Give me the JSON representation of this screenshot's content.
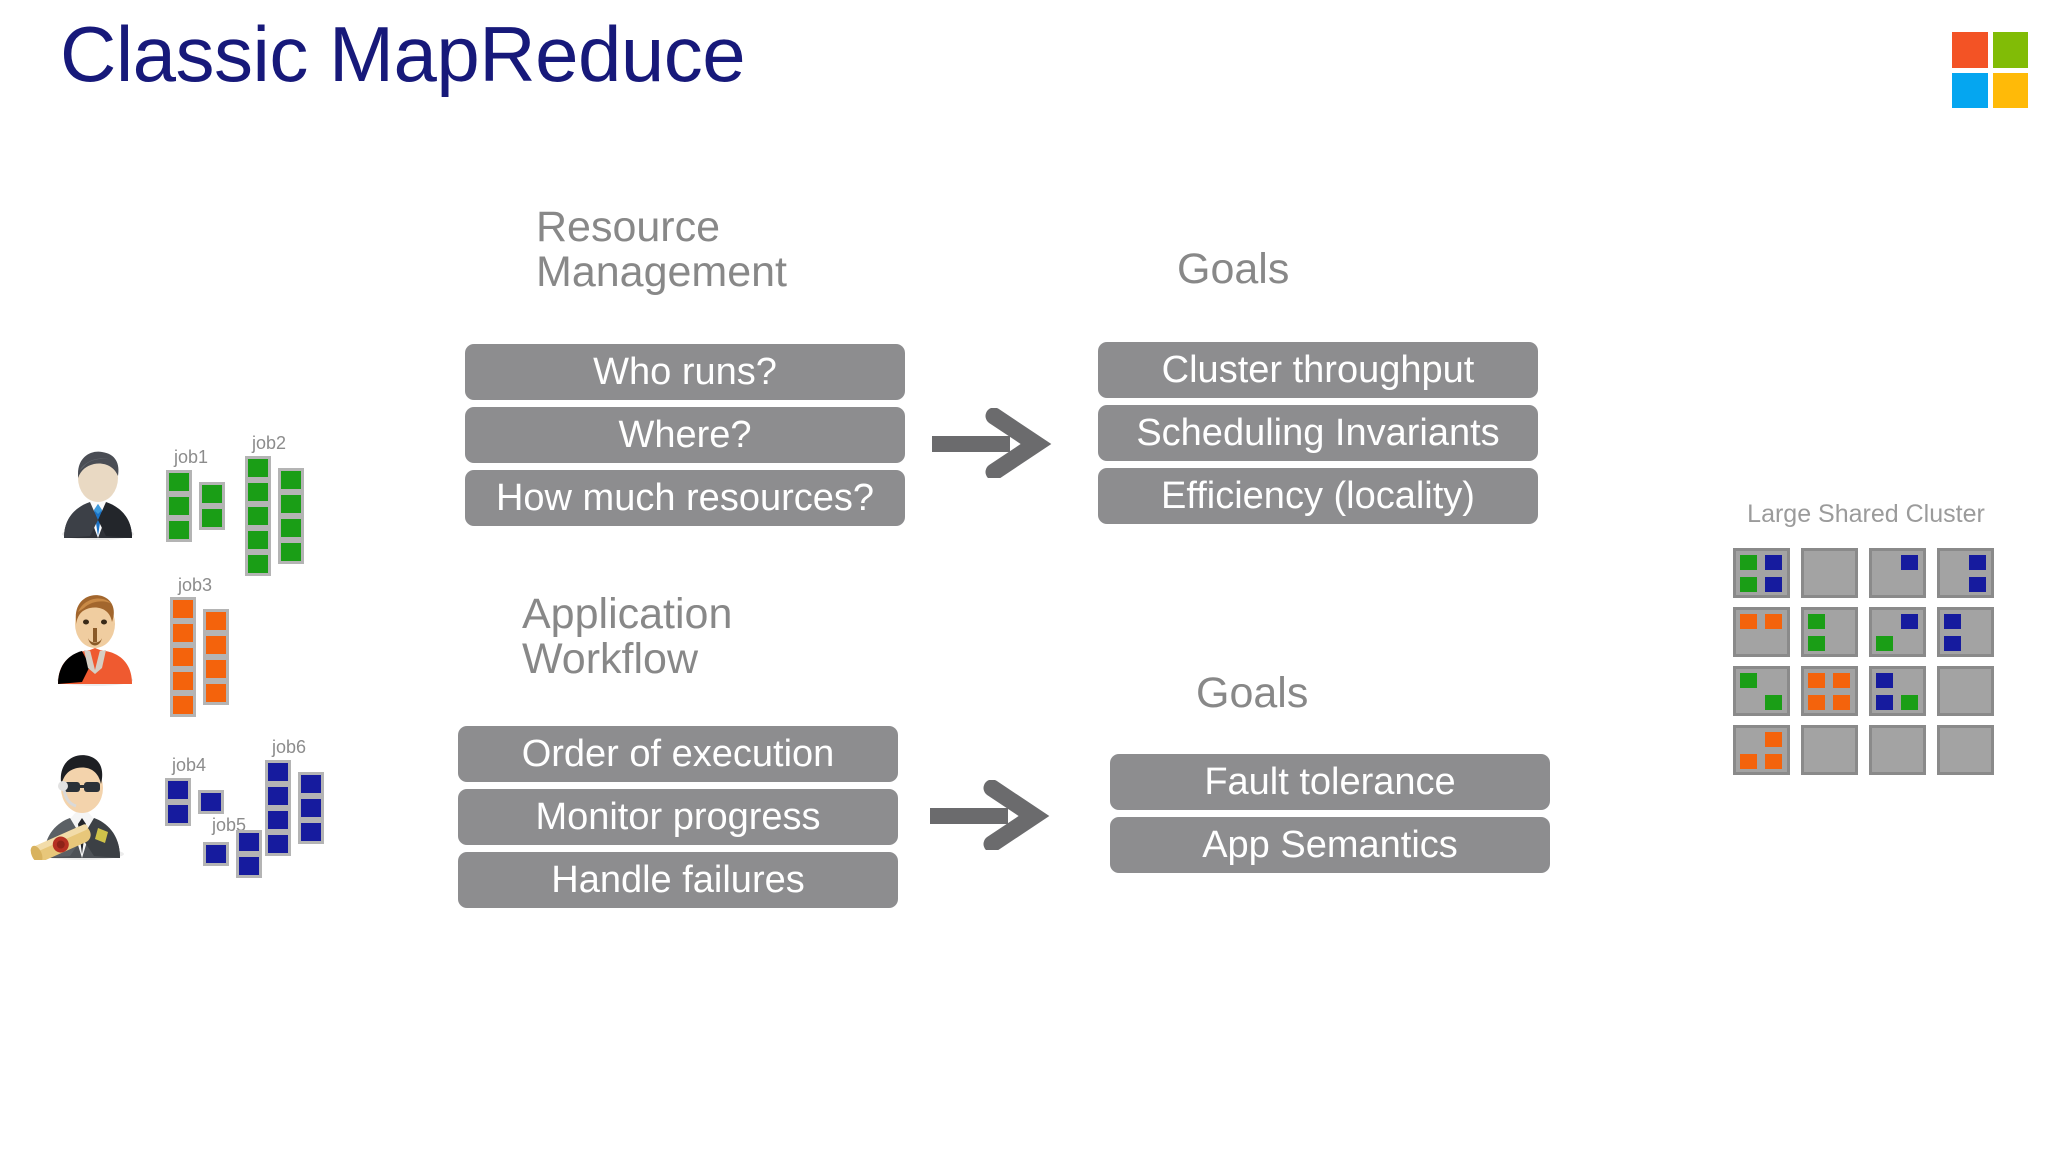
{
  "slide": {
    "title": "Classic MapReduce",
    "title_color": "#17197a",
    "background": "#ffffff"
  },
  "logo": {
    "name": "microsoft-logo",
    "squares": [
      {
        "name": "orange",
        "color": "#f35325"
      },
      {
        "name": "green",
        "color": "#81bc06"
      },
      {
        "name": "blue",
        "color": "#05a6f0"
      },
      {
        "name": "yellow",
        "color": "#ffba08"
      }
    ]
  },
  "palette": {
    "pill_gray": "#8d8d8f",
    "heading_gray": "#888888",
    "arrow_gray": "#6b6b6d",
    "task_green": "#1a9e16",
    "task_orange": "#f4630c",
    "task_blue": "#161b9e",
    "machine_fill": "#a3a3a3",
    "machine_border": "#8a8a8a"
  },
  "sections": {
    "resource_management": {
      "heading": "Resource\nManagement",
      "items": [
        "Who runs?",
        "Where?",
        "How much resources?"
      ]
    },
    "goals_1": {
      "heading": "Goals",
      "items": [
        "Cluster throughput",
        "Scheduling Invariants",
        "Efficiency (locality)"
      ]
    },
    "application_workflow": {
      "heading": "Application\nWorkflow",
      "items": [
        "Order of execution",
        "Monitor progress",
        "Handle failures"
      ]
    },
    "goals_2": {
      "heading": "Goals",
      "items": [
        "Fault tolerance",
        "App Semantics"
      ]
    }
  },
  "arrows": [
    {
      "name": "arrow-resource-to-goals",
      "direction": "right"
    },
    {
      "name": "arrow-workflow-to-goals",
      "direction": "right"
    }
  ],
  "users": [
    {
      "name": "business-user-avatar",
      "description": "businessman in dark suit with blue tie"
    },
    {
      "name": "developer-user-avatar",
      "description": "man with red shirt and goatee"
    },
    {
      "name": "agent-user-avatar",
      "description": "agent with sunglasses, badge and scroll"
    }
  ],
  "jobs": [
    {
      "label": "job1",
      "color": "green",
      "left_column": 3,
      "right_column": 2
    },
    {
      "label": "job2",
      "color": "green",
      "left_column": 5,
      "right_column": 4
    },
    {
      "label": "job3",
      "color": "orange",
      "left_column": 5,
      "right_column": 4
    },
    {
      "label": "job4",
      "color": "blue",
      "left_column": 2,
      "right_column": 1
    },
    {
      "label": "job5",
      "color": "blue",
      "left_column": 1,
      "right_column": 2
    },
    {
      "label": "job6",
      "color": "blue",
      "left_column": 4,
      "right_column": 3
    }
  ],
  "cluster": {
    "label": "Large Shared Cluster",
    "rows": 4,
    "columns": 4,
    "machines": [
      {
        "slots": [
          {
            "q": 0,
            "color": "green"
          },
          {
            "q": 1,
            "color": "blue"
          },
          {
            "q": 2,
            "color": "green"
          },
          {
            "q": 3,
            "color": "blue"
          }
        ]
      },
      {
        "slots": []
      },
      {
        "slots": [
          {
            "q": 1,
            "color": "blue"
          }
        ]
      },
      {
        "slots": [
          {
            "q": 1,
            "color": "blue"
          },
          {
            "q": 3,
            "color": "blue"
          }
        ]
      },
      {
        "slots": [
          {
            "q": 0,
            "color": "orange"
          },
          {
            "q": 1,
            "color": "orange"
          }
        ]
      },
      {
        "slots": [
          {
            "q": 0,
            "color": "green"
          },
          {
            "q": 2,
            "color": "green"
          }
        ]
      },
      {
        "slots": [
          {
            "q": 1,
            "color": "blue"
          },
          {
            "q": 2,
            "color": "green"
          }
        ]
      },
      {
        "slots": [
          {
            "q": 0,
            "color": "blue"
          },
          {
            "q": 2,
            "color": "blue"
          }
        ]
      },
      {
        "slots": [
          {
            "q": 0,
            "color": "green"
          },
          {
            "q": 3,
            "color": "green"
          }
        ]
      },
      {
        "slots": [
          {
            "q": 0,
            "color": "orange"
          },
          {
            "q": 1,
            "color": "orange"
          },
          {
            "q": 2,
            "color": "orange"
          },
          {
            "q": 3,
            "color": "orange"
          }
        ]
      },
      {
        "slots": [
          {
            "q": 0,
            "color": "blue"
          },
          {
            "q": 2,
            "color": "blue"
          },
          {
            "q": 3,
            "color": "green"
          }
        ]
      },
      {
        "slots": []
      },
      {
        "slots": [
          {
            "q": 1,
            "color": "orange"
          },
          {
            "q": 2,
            "color": "orange"
          },
          {
            "q": 3,
            "color": "orange"
          }
        ]
      },
      {
        "slots": []
      },
      {
        "slots": []
      },
      {
        "slots": []
      }
    ]
  }
}
